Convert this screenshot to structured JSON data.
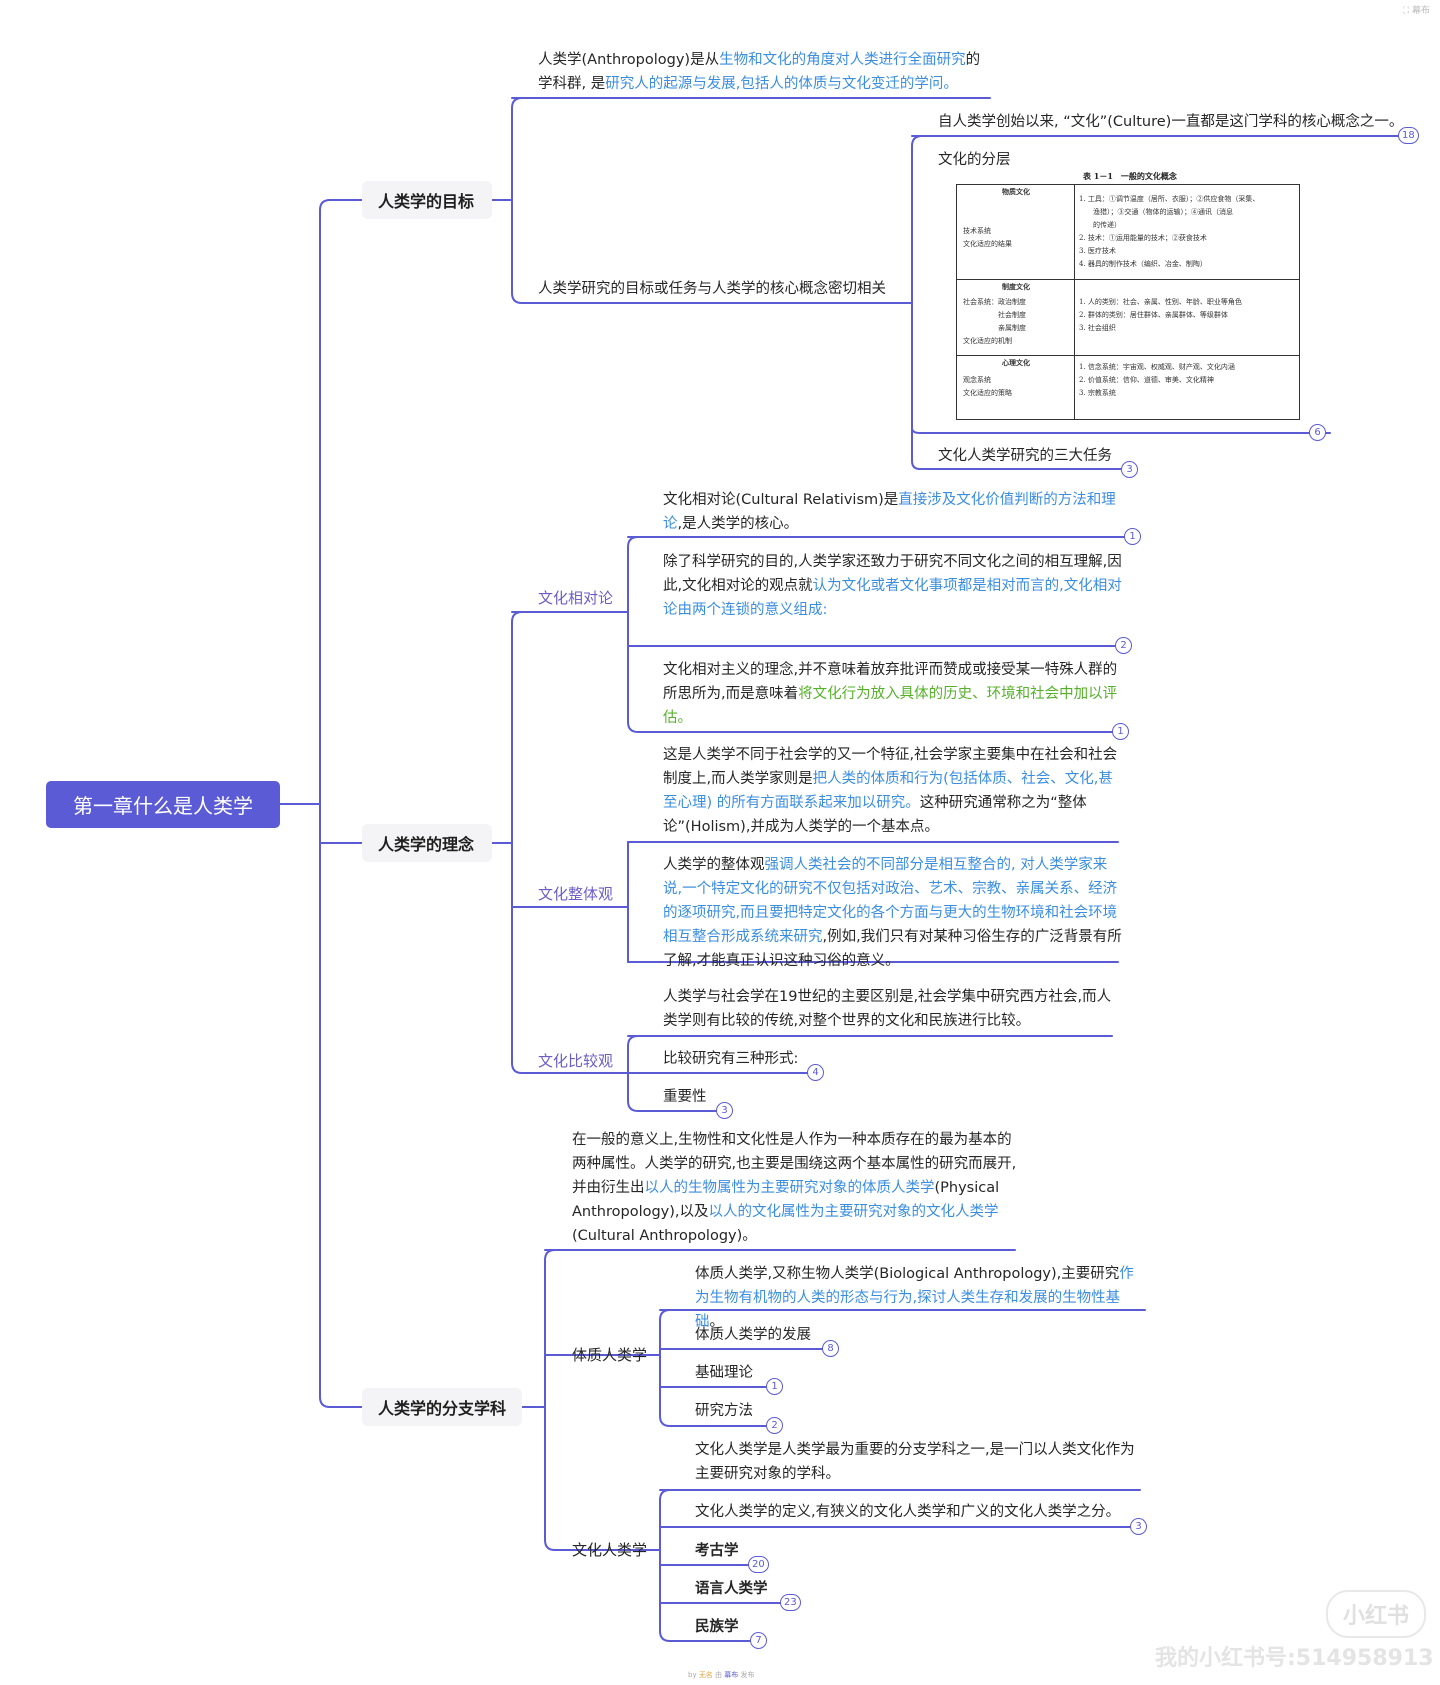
{
  "root": "第一章什么是人类学",
  "branches": {
    "goal": {
      "title": "人类学的目标",
      "definition": {
        "p1": "人类学(Anthropology)是从",
        "h1": "生物和文化的角度对人类进行全面研究",
        "p2": "的学科群, 是",
        "h2": "研究人的起源与发展,包括人的体质与文化变迁的学问。"
      },
      "core": "人类学研究的目标或任务与人类学的核心概念密切相关",
      "core_children": [
        {
          "text": "自人类学创始以来, “文化”(Culture)一直都是这门学科的核心概念之一。",
          "badge": "18"
        },
        {
          "text": "文化的分层",
          "badge": "6"
        },
        {
          "text": "文化人类学研究的三大任务",
          "badge": "3"
        }
      ],
      "figure": {
        "caption": "表 1－1　一般的文化概念",
        "sections": [
          {
            "head": "物质文化",
            "left": [
              "技术系统",
              "文化适应的结果"
            ],
            "right": [
              "1. 工具：①调节温度（居所、衣服）；②供应食物（采集、",
              "　　渔猎）；③交通（物体的运输）；④通讯（消息",
              "　　的传递）",
              "2. 技术：①运用能量的技术；②获食技术",
              "3. 医疗技术",
              "4. 器具的制作技术（编织、冶金、制陶）"
            ]
          },
          {
            "head": "制度文化",
            "left": [
              "社会系统：政治制度",
              "　　　　　社会制度",
              "　　　　　亲属制度",
              "文化适应的机制"
            ],
            "right": [
              "1. 人的类别：社会、亲属、性别、年龄、职业等角色",
              "2. 群体的类别：居住群体、亲属群体、等级群体",
              "3. 社会组织"
            ]
          },
          {
            "head": "心理文化",
            "left": [
              "观念系统",
              "文化适应的策略"
            ],
            "right": [
              "1. 信念系统：宇宙观、权威观、财产观、文化内涵",
              "2. 价值系统：信仰、道德、审美、文化精神",
              "3. 宗教系统"
            ]
          }
        ]
      }
    },
    "concept": {
      "title": "人类学的理念",
      "relativism": {
        "label": "文化相对论",
        "intro_p1": "文化相对论(Cultural Relativism)是",
        "intro_h1": "直接涉及文化价值判断的方法和理论",
        "intro_p2": ",是人类学的核心。",
        "badge1": "1",
        "c2_p1": "除了科学研究的目的,人类学家还致力于研究不同文化之间的相互理解,因此,文化相对论的观点就",
        "c2_h1": "认为文化或者文化事项都是相对而言的,文化相对论由两个连锁的意义组成:",
        "badge2": "2",
        "c3_p1": "文化相对主义的理念,并不意味着放弃批评而赞成或接受某一特殊人群的所思所为,而是意味着",
        "c3_g1": "将文化行为放入具体的历史、环境和社会中加以评估。",
        "badge3": "1"
      },
      "holism": {
        "label": "文化整体观",
        "intro_p1": "这是人类学不同于社会学的又一个特征,社会学家主要集中在社会和社会制度上,而人类学家则是",
        "intro_h1": "把人类的体质和行为(包括体质、社会、文化,甚至心理) 的所有方面联系起来加以研究。",
        "intro_p2": "这种研究通常称之为“整体论”(Holism),并成为人类学的一个基本点。",
        "c_p1": "人类学的整体观",
        "c_h1": "强调人类社会的不同部分是相互整合的, 对人类学家来说,一个特定文化的研究不仅包括对政治、艺术、宗教、亲属关系、经济的逐项研究,而且要把特定文化的各个方面与更大的生物环境和社会环境相互整合形成系统来研究",
        "c_p2": ",例如,我们只有对某种习俗生存的广泛背景有所了解,才能真正认识这种习俗的意义。"
      },
      "comparison": {
        "label": "文化比较观",
        "intro": "人类学与社会学在19世纪的主要区别是,社会学集中研究西方社会,而人类学则有比较的传统,对整个世界的文化和民族进行比较。",
        "children": [
          {
            "text": "比较研究有三种形式:",
            "badge": "4"
          },
          {
            "text": "重要性",
            "badge": "3"
          }
        ]
      }
    },
    "branch": {
      "title": "人类学的分支学科",
      "intro_p1": "在一般的意义上,生物性和文化性是人作为一种本质存在的最为基本的两种属性。人类学的研究,也主要是围绕这两个基本属性的研究而展开,并由衍生出",
      "intro_h1": "以人的生物属性为主要研究对象的体质人类学",
      "intro_p2": "(Physical Anthropology),以及",
      "intro_h2": "以人的文化属性为主要研究对象的文化人类学",
      "intro_p3": "(Cultural Anthropology)。",
      "physical": {
        "label": "体质人类学",
        "intro_p1": "体质人类学,又称生物人类学(Biological Anthropology),主要研究",
        "intro_h1": "作为生物有机物的人类的形态与行为,探讨人类生存和发展的生物性基础",
        "intro_p2": "。",
        "children": [
          {
            "text": "体质人类学的发展",
            "badge": "8"
          },
          {
            "text": "基础理论",
            "badge": "1"
          },
          {
            "text": "研究方法",
            "badge": "2"
          }
        ]
      },
      "cultural": {
        "label": "文化人类学",
        "intro": "文化人类学是人类学最为重要的分支学科之一,是一门以人类文化作为主要研究对象的学科。",
        "children": [
          {
            "text": "文化人类学的定义,有狭义的文化人类学和广义的文化人类学之分。",
            "badge": "3"
          },
          {
            "text": "考古学",
            "badge": "20"
          },
          {
            "text": "语言人类学",
            "badge": "23"
          },
          {
            "text": "民族学",
            "badge": "7"
          }
        ]
      }
    }
  },
  "watermark": {
    "logo": "小红书",
    "account": "我的小红书号:514958913"
  },
  "footer": {
    "p1": "by ",
    "a": "无名",
    "p2": " 由 ",
    "b": "幕布",
    "p3": " 发布"
  },
  "colors": {
    "line": "#5b5bd6",
    "highlight": "#3a8ee0",
    "green": "#56b12a",
    "root_bg": "#5b5bd6"
  }
}
